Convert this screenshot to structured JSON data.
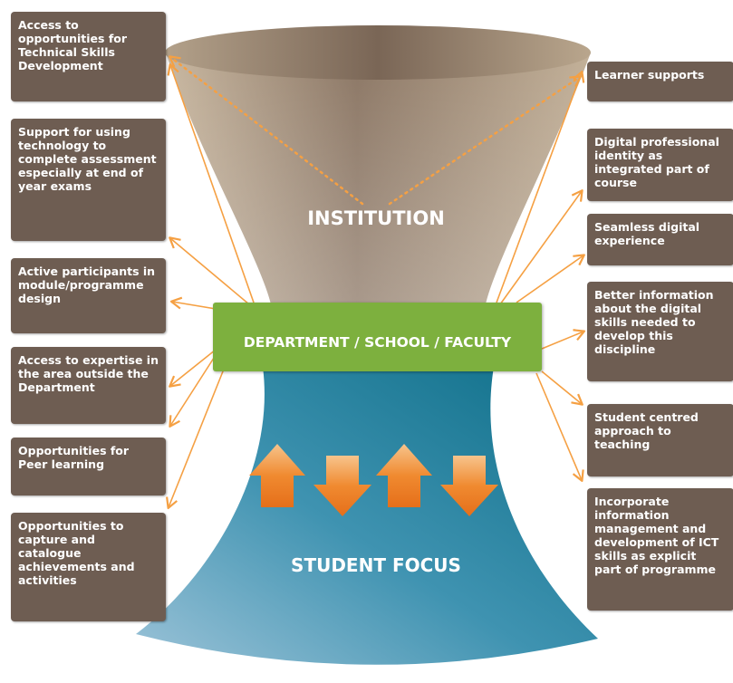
{
  "colors": {
    "institution_top": "#8a7564",
    "institution_bottom": "#c6b49c",
    "department": "#7db03e",
    "student_light": "#8ab6cf",
    "student_dark": "#13778f",
    "box": "#6e5d52",
    "arrow": "#f5a043"
  },
  "institution": {
    "label": "INSTITUTION"
  },
  "department": {
    "label": "DEPARTMENT / SCHOOL / FACULTY"
  },
  "student": {
    "label": "STUDENT FOCUS"
  },
  "left_items": [
    {
      "label": "Access to opportunities for Technical Skills Development"
    },
    {
      "label": "Support for using technology to complete assessment especially at end of year exams"
    },
    {
      "label": "Active participants in module/programme design"
    },
    {
      "label": "Access to expertise in the area outside the Department"
    },
    {
      "label": "Opportunities for Peer learning"
    },
    {
      "label": "Opportunities to capture and catalogue achievements and activities"
    }
  ],
  "right_items": [
    {
      "label": "Learner supports"
    },
    {
      "label": "Digital professional identity as integrated part of course"
    },
    {
      "label": "Seamless digital experience"
    },
    {
      "label": "Better information about the digital skills needed to develop this discipline"
    },
    {
      "label": "Student centred approach to teaching"
    },
    {
      "label": "Incorporate information management and development of ICT skills as explicit part of programme"
    }
  ]
}
